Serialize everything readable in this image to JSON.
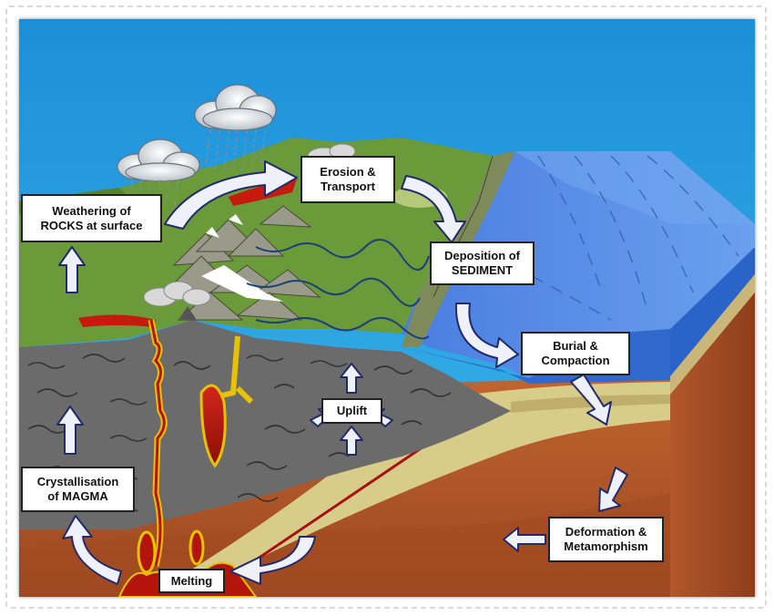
{
  "diagram": {
    "labels": {
      "weathering": [
        "Weathering of",
        "ROCKS at surface"
      ],
      "erosion": [
        "Erosion &",
        "Transport"
      ],
      "deposition": [
        "Deposition of",
        "SEDIMENT"
      ],
      "burial": [
        "Burial &",
        "Compaction"
      ],
      "deformation": [
        "Deformation &",
        "Metamorphism"
      ],
      "melting": [
        "Melting"
      ],
      "crystallisation": [
        "Crystallisation",
        "of MAGMA"
      ],
      "uplift": [
        "Uplift"
      ]
    },
    "icons": [
      "cloud-icon",
      "rain-icon",
      "arrow-icon",
      "volcano-icon",
      "mountain-icon",
      "river-icon",
      "magma-icon"
    ],
    "colors": {
      "sky": "#29a5e0",
      "land": "#6a9a3a",
      "ocean": "#3f7fdc",
      "sediment": "#d8cc8a",
      "crust": "#b55a2c",
      "rock": "#6d6d6d",
      "magma": "#c61a0f",
      "arrow_fill": "#eef0fa",
      "arrow_stroke": "#222a6a"
    }
  }
}
